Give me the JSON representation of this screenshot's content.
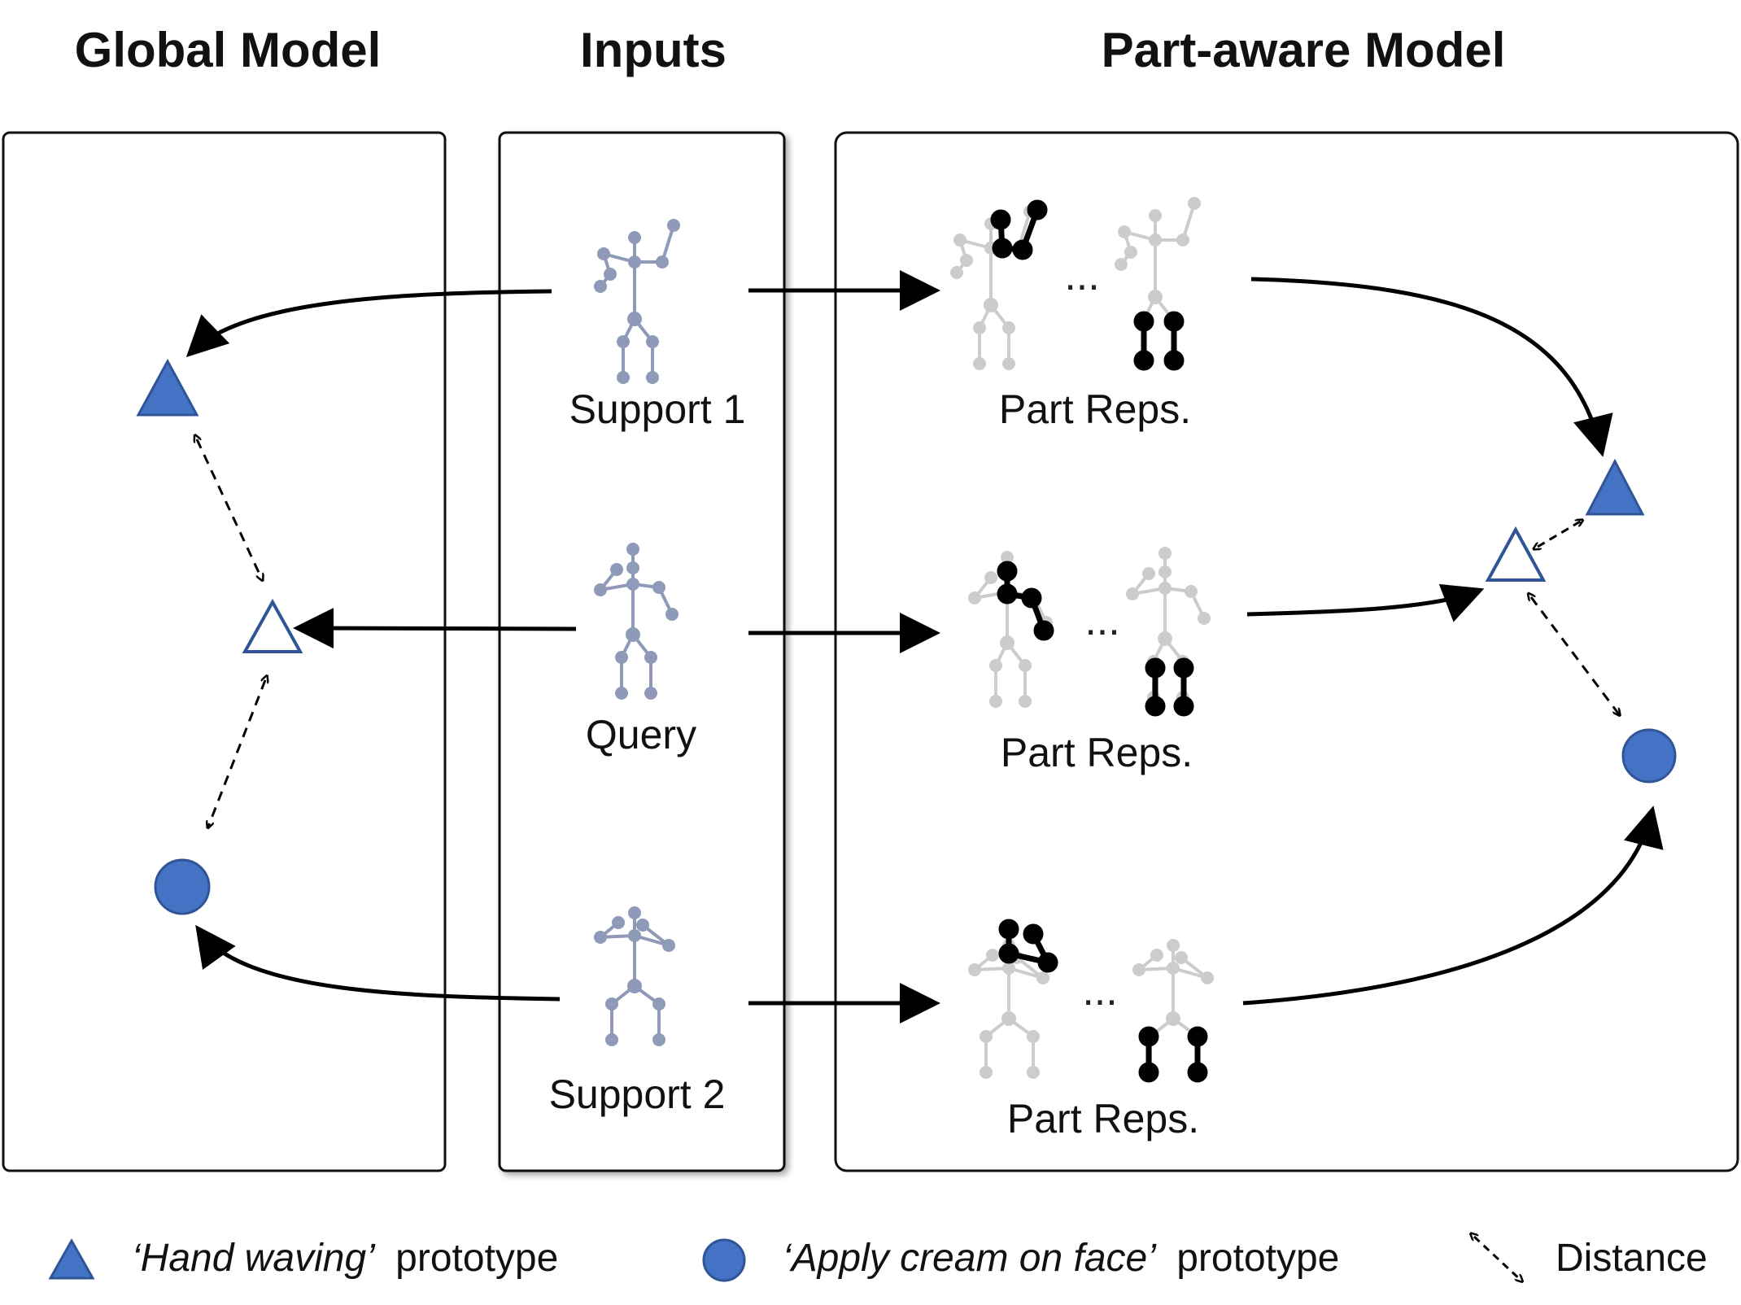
{
  "titles": {
    "global": "Global Model",
    "inputs": "Inputs",
    "part_aware": "Part-aware Model"
  },
  "inputs": {
    "support1": "Support 1",
    "query": "Query",
    "support2": "Support 2"
  },
  "part_reps": {
    "row1": "Part Reps.",
    "row2": "Part Reps.",
    "row3": "Part Reps.",
    "ellipsis": "..."
  },
  "legend": {
    "hand_waving_quote": "‘Hand waving’",
    "apply_cream_quote": "‘Apply cream on face’",
    "prototype_word": "prototype",
    "distance": "Distance"
  },
  "colors": {
    "prototype_blue": "#4472C4",
    "prototype_stroke": "#2F5597",
    "skeleton_blue": "#8E9AB8",
    "skeleton_gray": "#CCCCCC",
    "highlight": "#000000"
  },
  "icons": {
    "hand_waving": "filled-triangle",
    "apply_cream": "filled-circle",
    "query_prototype": "hollow-triangle",
    "distance": "dashed-double-arrow",
    "flow": "solid-arrow"
  }
}
